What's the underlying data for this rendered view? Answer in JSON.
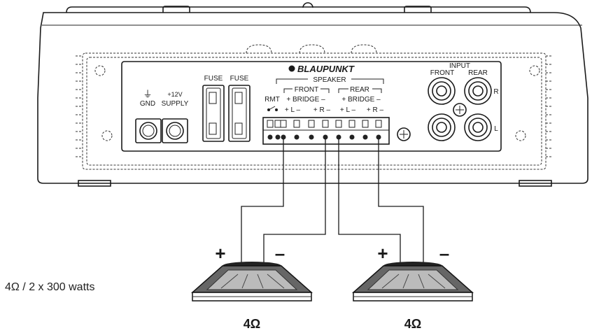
{
  "labels": {
    "ground_symbol": "⏚",
    "gnd": "GND",
    "plus12v": "+12V",
    "supply": "SUPPLY",
    "fuse1": "FUSE",
    "fuse2": "FUSE",
    "brand": "BLAUPUNKT",
    "speaker": "SPEAKER",
    "front": "FRONT",
    "rear": "REAR",
    "bridge_front": "+ BRIDGE –",
    "bridge_rear": "+ BRIDGE –",
    "rmt": "RMT",
    "front_l": "+ L –",
    "front_r": "+ R –",
    "rear_l": "+ L –",
    "rear_r": "+ R –",
    "input": "INPUT",
    "input_front": "FRONT",
    "input_rear": "REAR",
    "input_r": "R",
    "input_l": "L"
  },
  "speakers": [
    {
      "plus": "+",
      "minus": "–",
      "impedance": "4Ω"
    },
    {
      "plus": "+",
      "minus": "–",
      "impedance": "4Ω"
    }
  ],
  "caption": "4Ω / 2 x 300 watts"
}
